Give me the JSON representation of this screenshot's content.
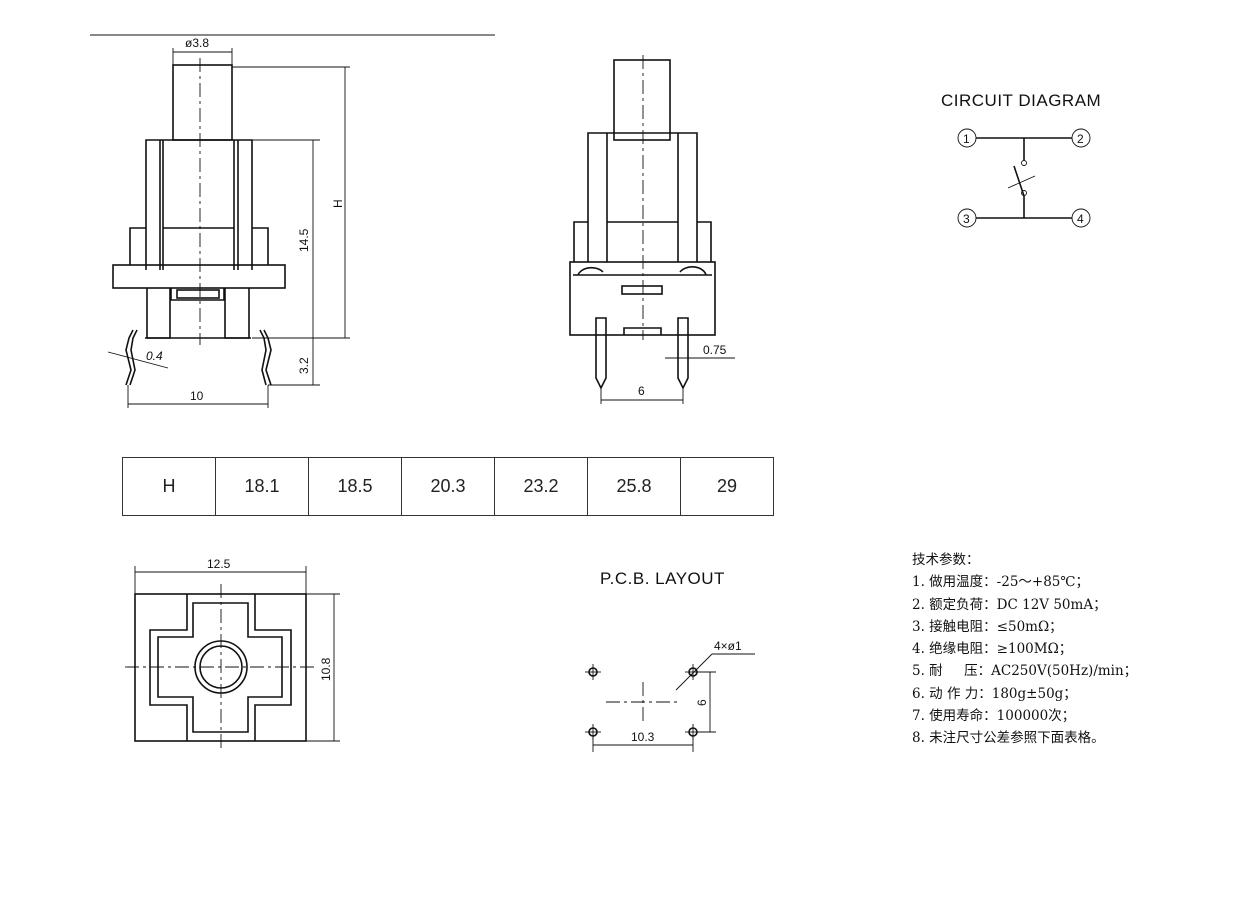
{
  "front_view": {
    "dia_label": "ø3.8",
    "h_label": "H",
    "d145_label": "14.5",
    "d32_label": "3.2",
    "d04_label": "0.4",
    "d10_label": "10"
  },
  "side_view": {
    "d075_label": "0.75",
    "d6_label": "6"
  },
  "circuit": {
    "title": "CIRCUIT DIAGRAM",
    "pins": [
      "1",
      "2",
      "3",
      "4"
    ]
  },
  "h_table": {
    "header": "H",
    "values": [
      "18.1",
      "18.5",
      "20.3",
      "23.2",
      "25.8",
      "29"
    ]
  },
  "bottom_view": {
    "w_label": "12.5",
    "h_label": "10.8"
  },
  "pcb": {
    "title": "P.C.B. LAYOUT",
    "hole_label": "4×ø1",
    "v_label": "6",
    "h_label": "10.3"
  },
  "specs": {
    "heading": "技术参数：",
    "items": [
      "1. 做用温度：-25～+85℃；",
      "2. 额定负荷：DC 12V 50mA；",
      "3. 接触电阻：≤50mΩ；",
      "4. 绝缘电阻：≥100MΩ；",
      "5. 耐     压：AC250V(50Hz)/min；",
      "6. 动 作 力：180g±50g；",
      "7. 使用寿命：100000次；",
      "8. 未注尺寸公差参照下面表格。"
    ]
  }
}
